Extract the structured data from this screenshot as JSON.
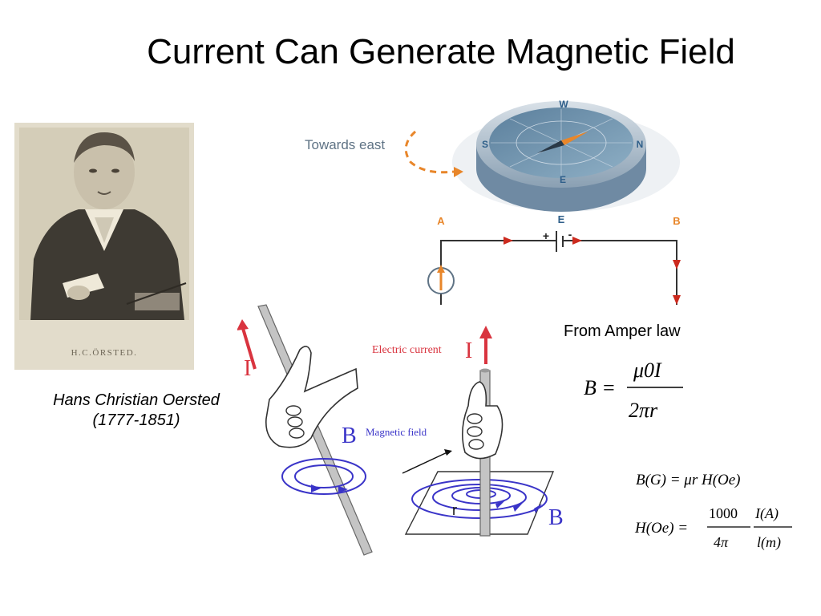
{
  "slide": {
    "title": "Current Can Generate Magnetic Field",
    "portrait_caption": "H.C.ÖRSTED.",
    "person_name": "Hans Christian Oersted",
    "person_years": "(1777-1851)"
  },
  "compass_diagram": {
    "towards_label": "Towards east",
    "dir_w": "W",
    "dir_s": "S",
    "dir_n": "N",
    "dir_e": "E",
    "point_a": "A",
    "point_e": "E",
    "point_b": "B",
    "plus": "+",
    "minus": "-",
    "colors": {
      "orange": "#e8862a",
      "steel": "#7f98b0",
      "red": "#cc2a1e"
    }
  },
  "hand_rule": {
    "current_symbol": "I",
    "field_symbol": "B",
    "electric_current_label": "Electric current",
    "magnetic_field_label": "Magnetic field",
    "radius_label": "r",
    "colors": {
      "current": "#d9343f",
      "field": "#3a34c8",
      "wire": "#b5b5b5"
    }
  },
  "equations": {
    "source_label": "From Amper law",
    "ampere": {
      "lhs": "B =",
      "numerator": "μ0I",
      "denominator": "2πr"
    },
    "gauss": "B(G) = μr H(Oe)",
    "oersted": {
      "lhs": "H(Oe) =",
      "num1": "1000",
      "den1": "4π",
      "num2": "I(A)",
      "den2": "l(m)"
    }
  }
}
